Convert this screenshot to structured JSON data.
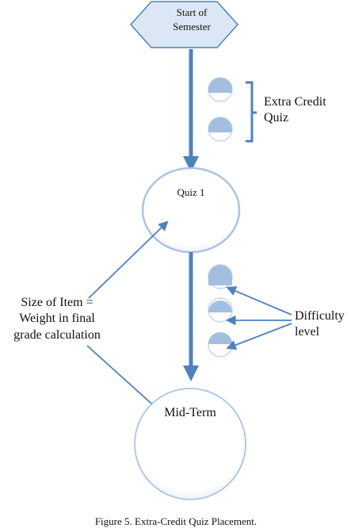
{
  "nodes": {
    "start": {
      "label_lines": [
        "Start of",
        "Semester"
      ]
    },
    "quiz1": {
      "label": "Quiz 1"
    },
    "midterm": {
      "label": "Mid-Term"
    }
  },
  "annotations": {
    "extra_credit": {
      "label_lines": [
        "Extra Credit",
        "Quiz"
      ]
    },
    "difficulty": {
      "label_lines": [
        "Difficulty",
        "level"
      ]
    },
    "size_of_item": {
      "label_lines": [
        "Size of Item =",
        "Weight in final",
        "grade calculation"
      ]
    }
  },
  "caption": "Figure 5. Extra-Credit Quiz Placement.",
  "colors": {
    "arrow": "#4f81bd",
    "node_stroke": "#a9c4e4",
    "hexagon_fill": "#dbe7f5",
    "hexagon_stroke": "#4f81bd",
    "quiz_icon_fill": "#a3bfe0",
    "quiz_icon_stroke": "#c8d8ec"
  }
}
